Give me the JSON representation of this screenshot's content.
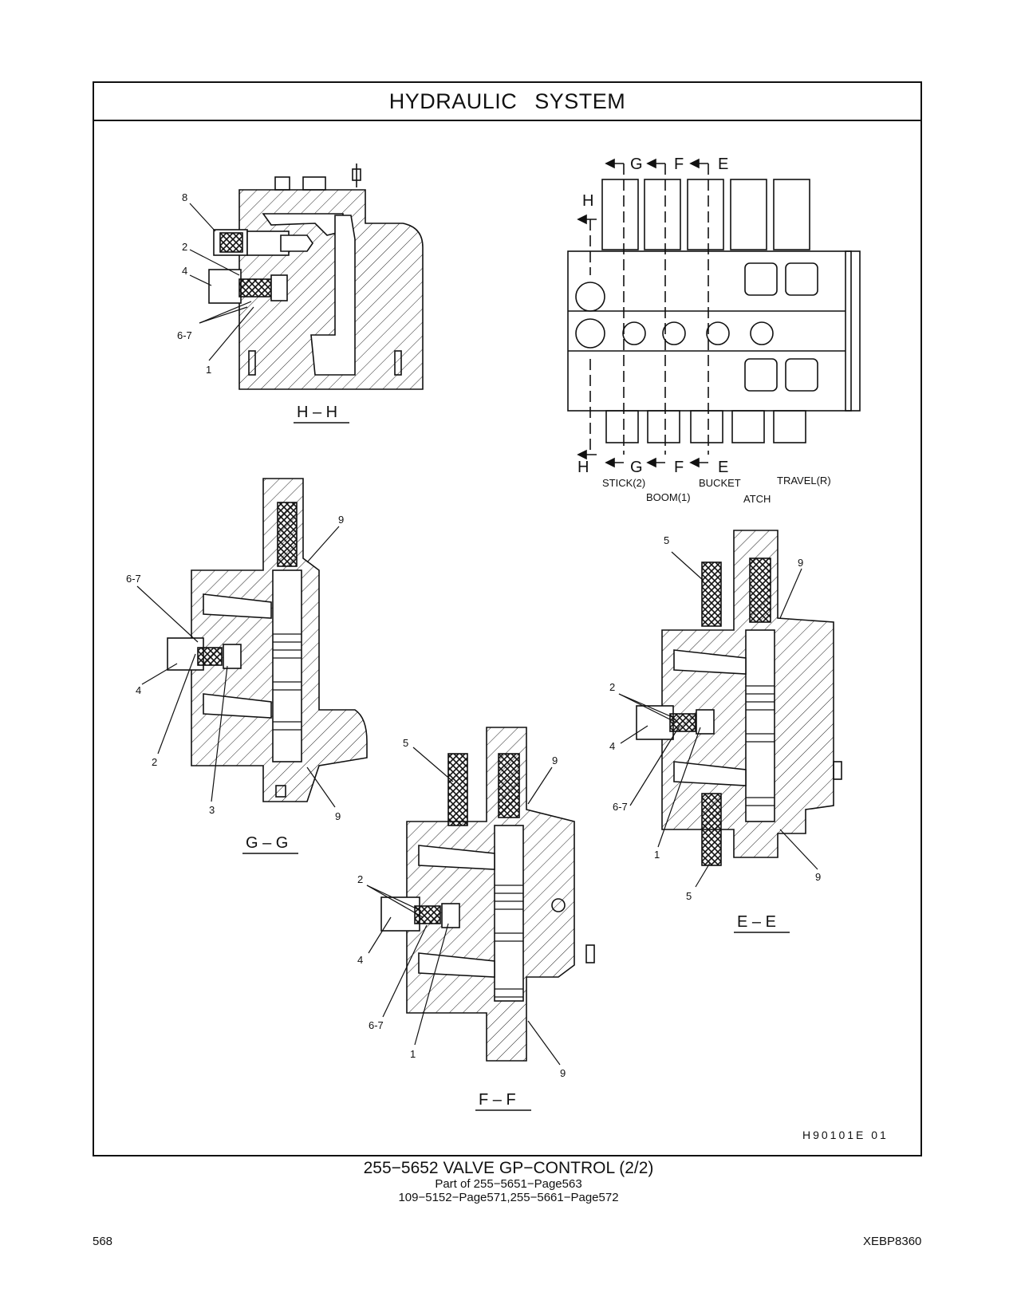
{
  "header": {
    "title": "HYDRAULIC   SYSTEM"
  },
  "sections": {
    "hh": {
      "title": "H – H",
      "labels": [
        "8",
        "2",
        "4",
        "6-7",
        "1"
      ]
    },
    "gg": {
      "title": "G – G",
      "labels": [
        "9",
        "6-7",
        "4",
        "2",
        "3",
        "9"
      ]
    },
    "ff": {
      "title": "F – F",
      "labels": [
        "5",
        "9",
        "2",
        "4",
        "6-7",
        "1",
        "9"
      ]
    },
    "ee": {
      "title": "E – E",
      "labels": [
        "5",
        "9",
        "2",
        "4",
        "6-7",
        "1",
        "5",
        "9"
      ]
    }
  },
  "top_view": {
    "section_marks": [
      "G",
      "F",
      "E",
      "H",
      "H",
      "G",
      "F",
      "E"
    ],
    "spool_labels": [
      "STICK(2)",
      "BOOM(1)",
      "BUCKET",
      "ATCH",
      "TRAVEL(R)"
    ]
  },
  "illustration_ref": "H90101E    01",
  "caption": {
    "line1": "255−5652   VALVE   GP−CONTROL (2/2)",
    "line2": "Part of 255−5651−Page563",
    "line3": "109−5152−Page571,255−5661−Page572"
  },
  "footer": {
    "page_number": "568",
    "doc_code": "XEBP8360"
  }
}
